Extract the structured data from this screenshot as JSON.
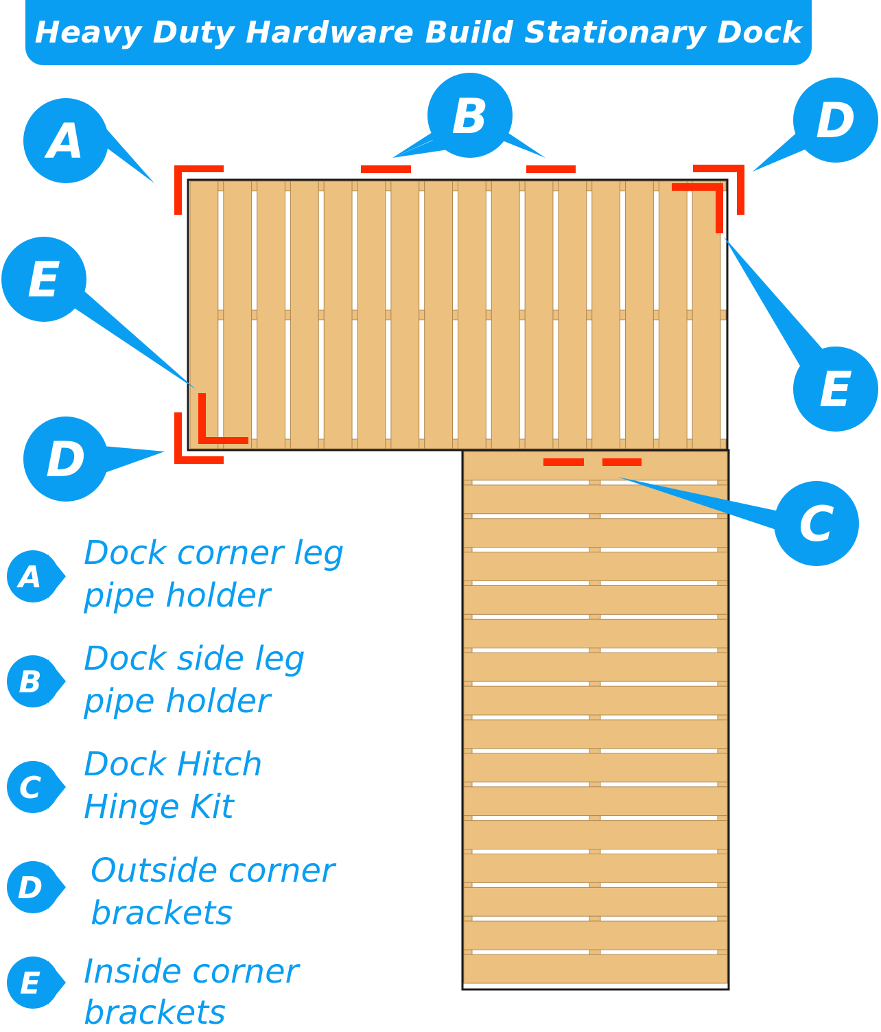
{
  "title": "Heavy Duty Hardware Build Stationary Dock",
  "colors": {
    "accent_blue": "#0a9ef2",
    "bracket_red": "#ff2a00",
    "wood": "#ecc07f",
    "outline": "#1a1a1a"
  },
  "callouts": {
    "a": "A",
    "b": "B",
    "c": "C",
    "d_top": "D",
    "d_bottom": "D",
    "e_left": "E",
    "e_right": "E"
  },
  "legend": [
    {
      "key": "A",
      "line1": "Dock corner leg",
      "line2": "pipe holder"
    },
    {
      "key": "B",
      "line1": "Dock side leg",
      "line2": "pipe holder"
    },
    {
      "key": "C",
      "line1": "Dock Hitch",
      "line2": "Hinge Kit"
    },
    {
      "key": "D",
      "line1": "Outside corner",
      "line2": "brackets"
    },
    {
      "key": "E",
      "line1": "Inside corner",
      "line2": "brackets"
    }
  ]
}
